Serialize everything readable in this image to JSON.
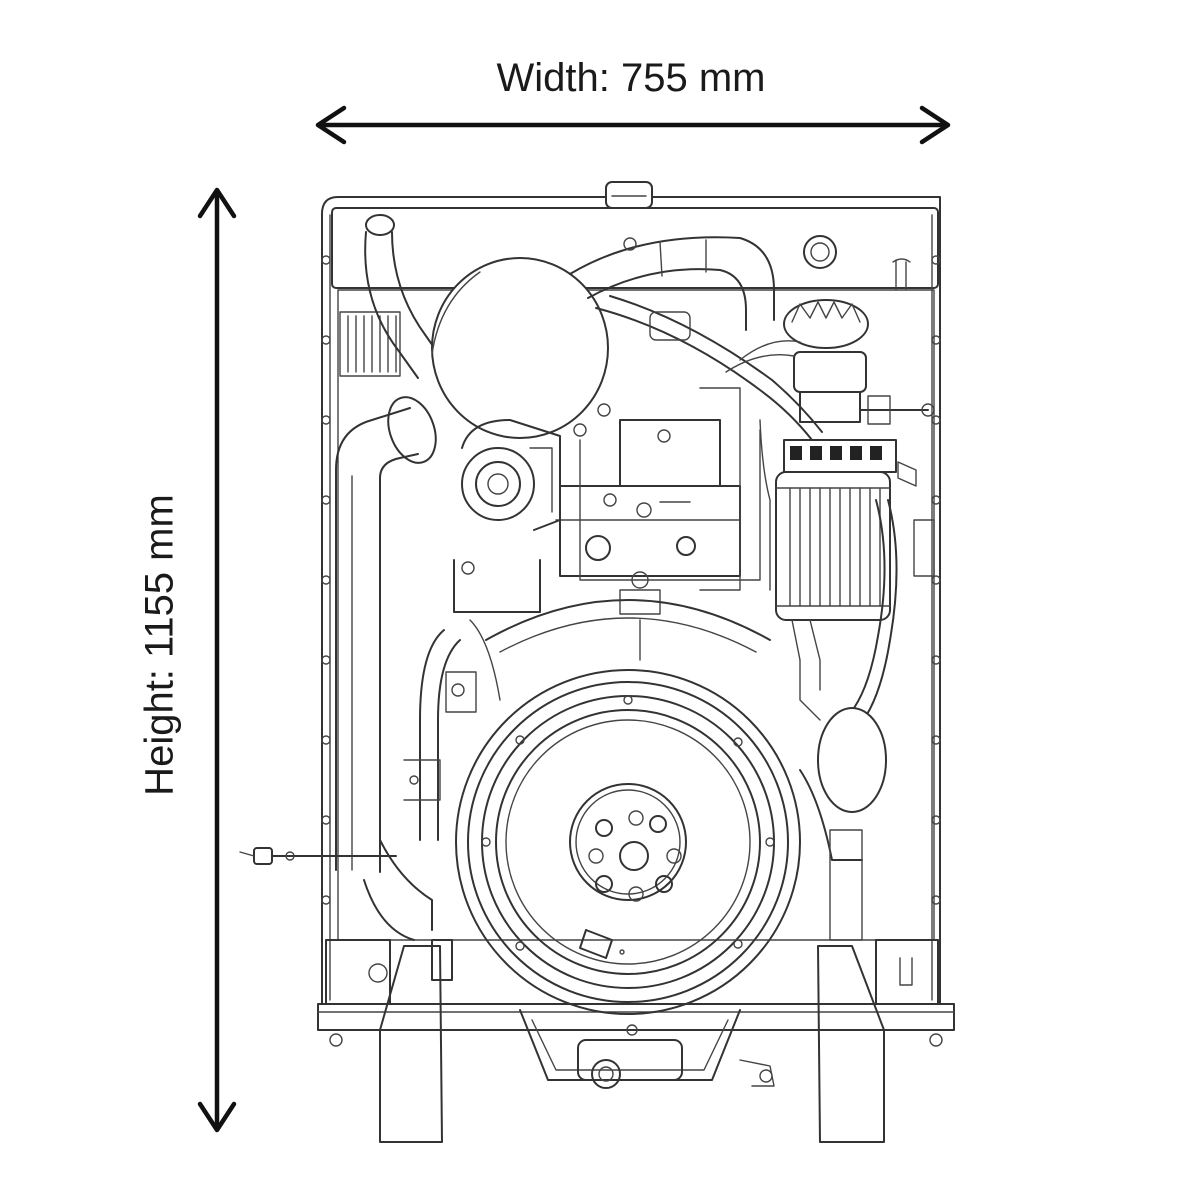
{
  "dimensions": {
    "width_label": "Width: 755 mm",
    "height_label": "Height: 1155 mm"
  },
  "drawing": {
    "subject": "engine-front-view",
    "line_color": "#333333",
    "background": "#ffffff"
  }
}
